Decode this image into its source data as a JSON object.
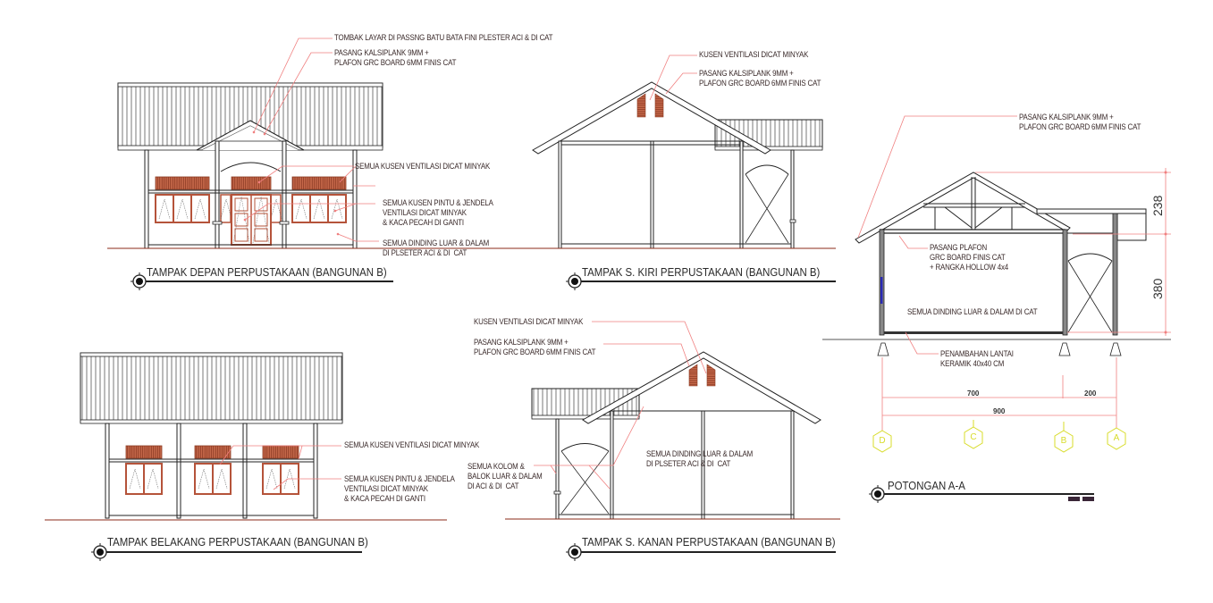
{
  "colors": {
    "background": "#ffffff",
    "line": "#1a1a1a",
    "leader": "#f08080",
    "frame": "#b5533a",
    "ground": "#8b2b1a",
    "grid_bubble": "#d8dc2a",
    "dimension": "#f08080"
  },
  "views": {
    "front": {
      "title": "TAMPAK DEPAN PERPUSTAKAAN (BANGUNAN B)",
      "notes": [
        "TOMBAK LAYAR DI PASSNG BATU BATA FINI PLESTER ACI & DI CAT",
        "PASANG KALSIPLANK 9MM +\nPLAFON GRC BOARD 6MM FINIS CAT",
        "SEMUA KUSEN VENTILASI DICAT MINYAK",
        "SEMUA KUSEN PINTU & JENDELA\nVENTILASI DICAT MINYAK\n& KACA PECAH DI GANTI",
        "SEMUA DINDING LUAR & DALAM\nDI PLSETER ACI & DI  CAT"
      ]
    },
    "left": {
      "title": "TAMPAK S. KIRI PERPUSTAKAAN (BANGUNAN B)",
      "notes": [
        "KUSEN VENTILASI DICAT MINYAK",
        "PASANG KALSIPLANK 9MM +\nPLAFON GRC BOARD 6MM FINIS CAT"
      ]
    },
    "back": {
      "title": "TAMPAK BELAKANG PERPUSTAKAAN (BANGUNAN B)",
      "notes": [
        "SEMUA KUSEN VENTILASI DICAT MINYAK",
        "SEMUA KUSEN PINTU & JENDELA\nVENTILASI DICAT MINYAK\n& KACA PECAH DI GANTI"
      ]
    },
    "right": {
      "title": "TAMPAK S. KANAN PERPUSTAKAAN (BANGUNAN B)",
      "notes": [
        "KUSEN VENTILASI DICAT MINYAK",
        "PASANG KALSIPLANK 9MM +\nPLAFON GRC BOARD 6MM FINIS CAT",
        "SEMUA KOLOM &\nBALOK LUAR & DALAM\nDI ACI & DI  CAT",
        "SEMUA DINDING LUAR & DALAM\nDI PLSETER ACI & DI  CAT"
      ]
    },
    "section": {
      "title": "POTONGAN A-A",
      "notes": [
        "PASANG KALSIPLANK 9MM +\nPLAFON GRC BOARD 6MM FINIS CAT",
        "PASANG PLAFON\nGRC BOARD FINIS CAT\n+ RANGKA HOLLOW 4x4",
        "SEMUA DINDING LUAR & DALAM DI CAT",
        "PENAMBAHAN LANTAI\nKERAMIK 40x40 CM"
      ],
      "dimensions": {
        "roof_height": "238",
        "wall_height": "380",
        "span_main": "700",
        "span_porch": "200",
        "span_total": "900"
      },
      "grid_labels": [
        "D",
        "C",
        "B",
        "A"
      ]
    }
  },
  "icons": {
    "section_marker": "section-target-icon"
  }
}
